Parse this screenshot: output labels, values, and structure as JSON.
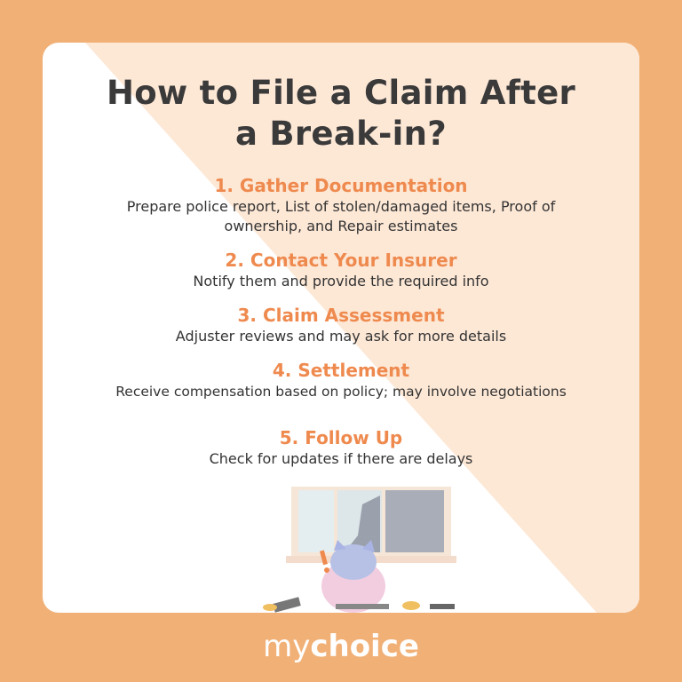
{
  "title": "How to File a Claim After a Break-in?",
  "steps": [
    {
      "heading": "1. Gather Documentation",
      "text": "Prepare police report,  List of stolen/damaged items, Proof of ownership, and Repair estimates"
    },
    {
      "heading": "2. Contact Your Insurer",
      "text": "Notify them and provide the required info"
    },
    {
      "heading": "3. Claim Assessment",
      "text": "Adjuster reviews and may ask for more details"
    },
    {
      "heading": "4. Settlement",
      "text": "Receive compensation based on policy; may involve negotiations"
    },
    {
      "heading": "5. Follow Up",
      "text": "Check for updates if there are delays"
    }
  ],
  "logo": {
    "my": "my",
    "choice": "choice"
  },
  "colors": {
    "background": "#f1b076",
    "accent": "#ef8a4f",
    "peach": "#fde8d6",
    "title": "#3b3a3a"
  }
}
